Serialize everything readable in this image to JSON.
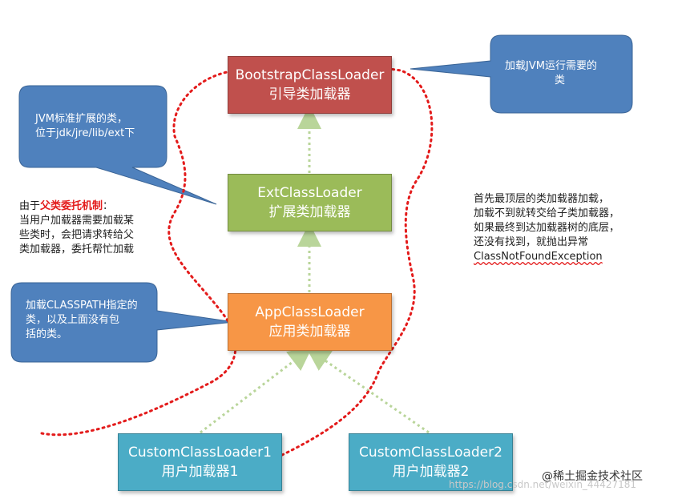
{
  "boxes": {
    "bootstrap": {
      "line1": "BootstrapClassLoader",
      "line2": "引导类加载器"
    },
    "ext": {
      "line1": "ExtClassLoader",
      "line2": "扩展类加载器"
    },
    "app": {
      "line1": "AppClassLoader",
      "line2": "应用类加载器"
    },
    "custom1": {
      "line1": "CustomClassLoader1",
      "line2": "用户加载器1"
    },
    "custom2": {
      "line1": "CustomClassLoader2",
      "line2": "用户加载器2"
    }
  },
  "callouts": {
    "jvm_top": {
      "line1": "加载JVM运行需要的",
      "line2": "类"
    },
    "ext_desc": {
      "line1": "JVM标准扩展的类，",
      "line2": "位于jdk/jre/lib/ext下"
    },
    "app_desc": {
      "line1": "加载CLASSPATH指定的",
      "line2": "类，以及上面没有包",
      "line3": "括的类。"
    }
  },
  "left_note": {
    "prefix": "由于",
    "highlight": "父类委托机制",
    "suffix": "：",
    "line2": "当用户加载器需要加载某",
    "line3": "些类时，会把请求转给父",
    "line4": "类加载器，委托帮忙加载"
  },
  "right_note": {
    "line1": "首先最顶层的类加载器加载，",
    "line2": "加载不到就转交给子类加载器，",
    "line3": "如果最终到达加载器树的底层，",
    "line4": "还没有找到，就抛出异常",
    "line5": "ClassNotFoundException"
  },
  "watermark": {
    "brand": "@稀土掘金技术社区",
    "url": "https://blog.csdn.net/weixin_44427181"
  },
  "colors": {
    "bootstrap": "#c0504d",
    "ext": "#9bbb59",
    "app": "#f79646",
    "custom": "#4bacc6",
    "callout": "#4f81bd",
    "dotted_path": "#e31b1b",
    "arrow": "#b9d59a"
  }
}
